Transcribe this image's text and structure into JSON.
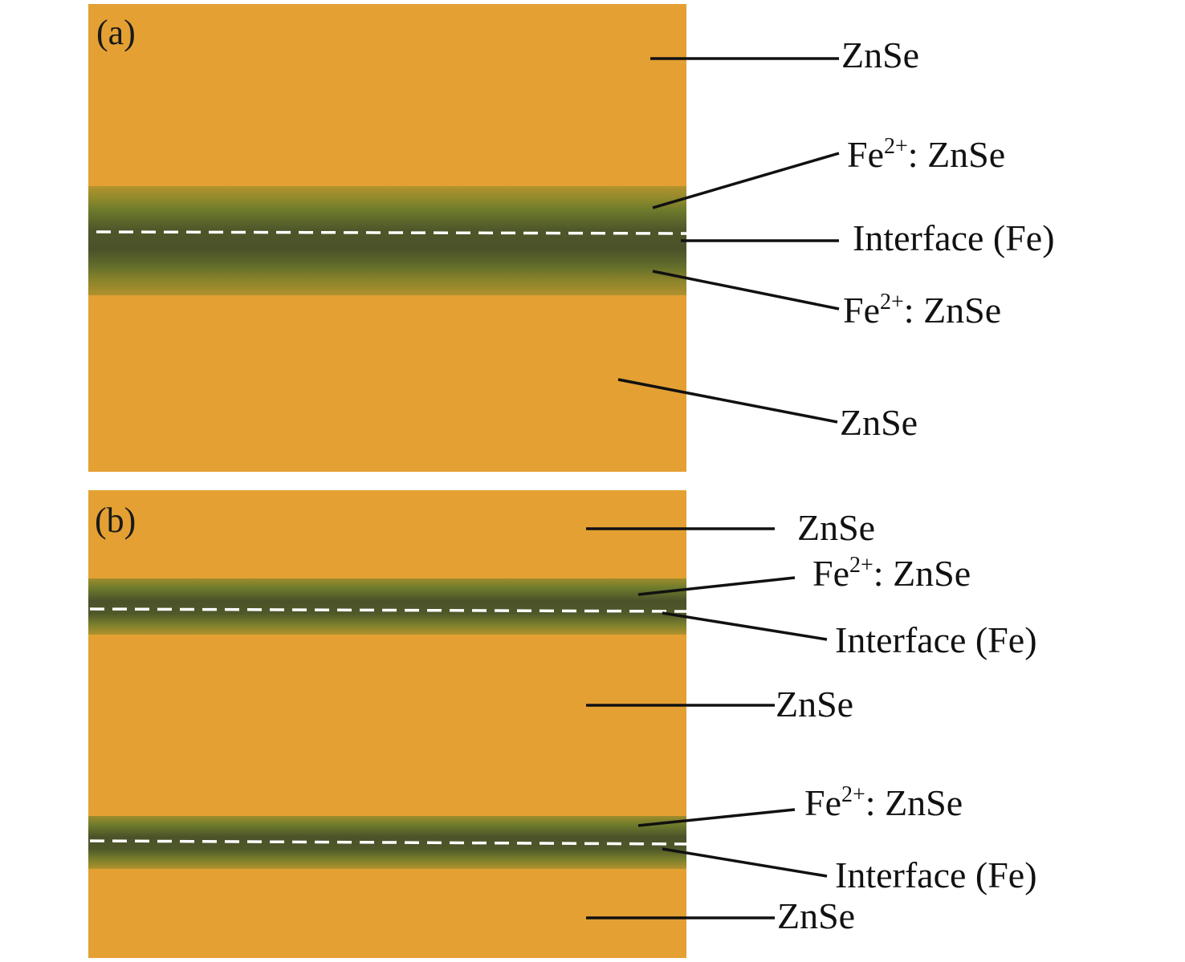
{
  "colors": {
    "substrate": "#e4a033",
    "doped_outer": "#a6922b",
    "doped_mid": "#6f7a2c",
    "doped_inner": "#55602a",
    "interface_core": "#4b5129",
    "interface_dash": "#ffffff",
    "leader": "#111111"
  },
  "panels": [
    {
      "label": "(a)",
      "callouts": [
        {
          "text": "ZnSe"
        },
        {
          "base": "Fe",
          "sup": "2+",
          "text": ": ZnSe"
        },
        {
          "text": "Interface (Fe)"
        },
        {
          "base": "Fe",
          "sup": "2+",
          "text": ": ZnSe"
        },
        {
          "text": "ZnSe"
        }
      ]
    },
    {
      "label": "(b)",
      "callouts": [
        {
          "text": "ZnSe"
        },
        {
          "base": "Fe",
          "sup": "2+",
          "text": ": ZnSe"
        },
        {
          "text": "Interface (Fe)"
        },
        {
          "text": "ZnSe"
        },
        {
          "base": "Fe",
          "sup": "2+",
          "text": ": ZnSe"
        },
        {
          "text": "Interface (Fe)"
        },
        {
          "text": "ZnSe"
        }
      ]
    }
  ]
}
